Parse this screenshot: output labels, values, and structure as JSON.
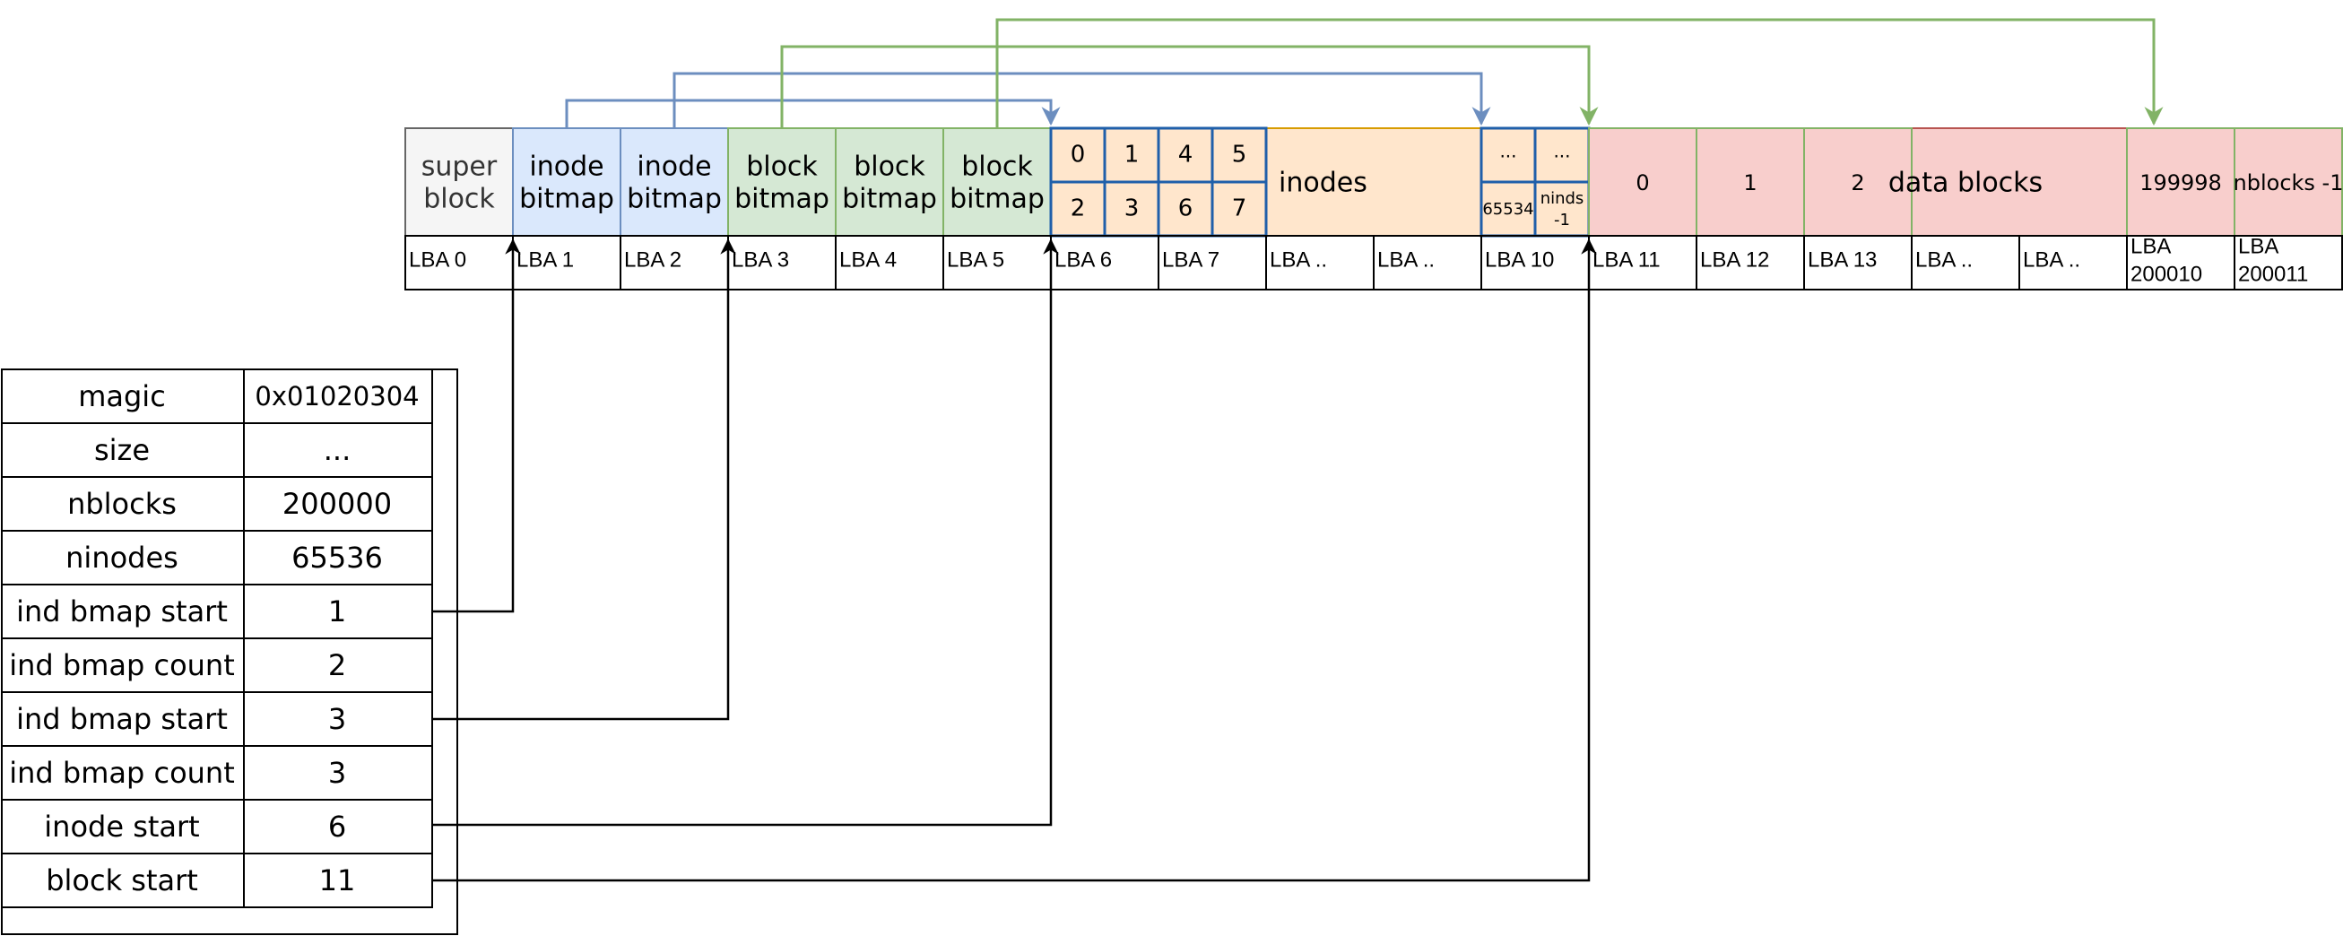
{
  "disk": {
    "blocks": [
      {
        "id": "super",
        "lines": [
          "super",
          "block"
        ],
        "lba": "LBA 0"
      },
      {
        "id": "inode-bitmap-1",
        "lines": [
          "inode",
          "bitmap"
        ],
        "lba": "LBA 1"
      },
      {
        "id": "inode-bitmap-2",
        "lines": [
          "inode",
          "bitmap"
        ],
        "lba": "LBA 2"
      },
      {
        "id": "block-bitmap-1",
        "lines": [
          "block",
          "bitmap"
        ],
        "lba": "LBA 3"
      },
      {
        "id": "block-bitmap-2",
        "lines": [
          "block",
          "bitmap"
        ],
        "lba": "LBA 4"
      },
      {
        "id": "block-bitmap-3",
        "lines": [
          "block",
          "bitmap"
        ],
        "lba": "LBA 5"
      }
    ],
    "inode_cells": [
      "0",
      "1",
      "4",
      "5",
      "2",
      "3",
      "6",
      "7"
    ],
    "inodes_label": "inodes",
    "inode_tail": {
      "top_left": "...",
      "top_right": "...",
      "bottom_left": "65534",
      "bottom_right_lines": [
        "ninds",
        "-1"
      ]
    },
    "data_cells": [
      "0",
      "1",
      "2"
    ],
    "data_label": "data blocks",
    "data_tail": [
      "199998",
      "nblocks -1"
    ],
    "lba_labels": [
      "LBA 6",
      "LBA 7",
      "LBA ..",
      "LBA ..",
      "LBA 10",
      "LBA 11",
      "LBA 12",
      "LBA 13",
      "LBA ..",
      "LBA .."
    ],
    "lba_tall": [
      [
        "LBA",
        "200010"
      ],
      [
        "LBA",
        "200011"
      ]
    ]
  },
  "superblock_fields": [
    {
      "name": "magic",
      "value": "0x01020304"
    },
    {
      "name": "size",
      "value": "..."
    },
    {
      "name": "nblocks",
      "value": "200000"
    },
    {
      "name": "ninodes",
      "value": "65536"
    },
    {
      "name": "ind bmap start",
      "value": "1"
    },
    {
      "name": "ind bmap count",
      "value": "2"
    },
    {
      "name": "ind bmap start",
      "value": "3"
    },
    {
      "name": "ind bmap count",
      "value": "3"
    },
    {
      "name": "inode start",
      "value": "6"
    },
    {
      "name": "block start",
      "value": "11"
    }
  ],
  "colors": {
    "super_fill": "#f5f5f5",
    "super_stroke": "#666666",
    "inode_bmap_fill": "#dae8fc",
    "inode_bmap_stroke": "#6c8ebf",
    "block_bmap_fill": "#d5e8d4",
    "block_bmap_stroke": "#82b366",
    "inodes_fill": "#ffe6cc",
    "inodes_stroke": "#d79b00",
    "inodes_grid": "#1f5faa",
    "data_fill": "#f8cecc",
    "data_stroke": "#b85450",
    "blue_arrow": "#6c8ebf",
    "green_arrow": "#82b366"
  }
}
